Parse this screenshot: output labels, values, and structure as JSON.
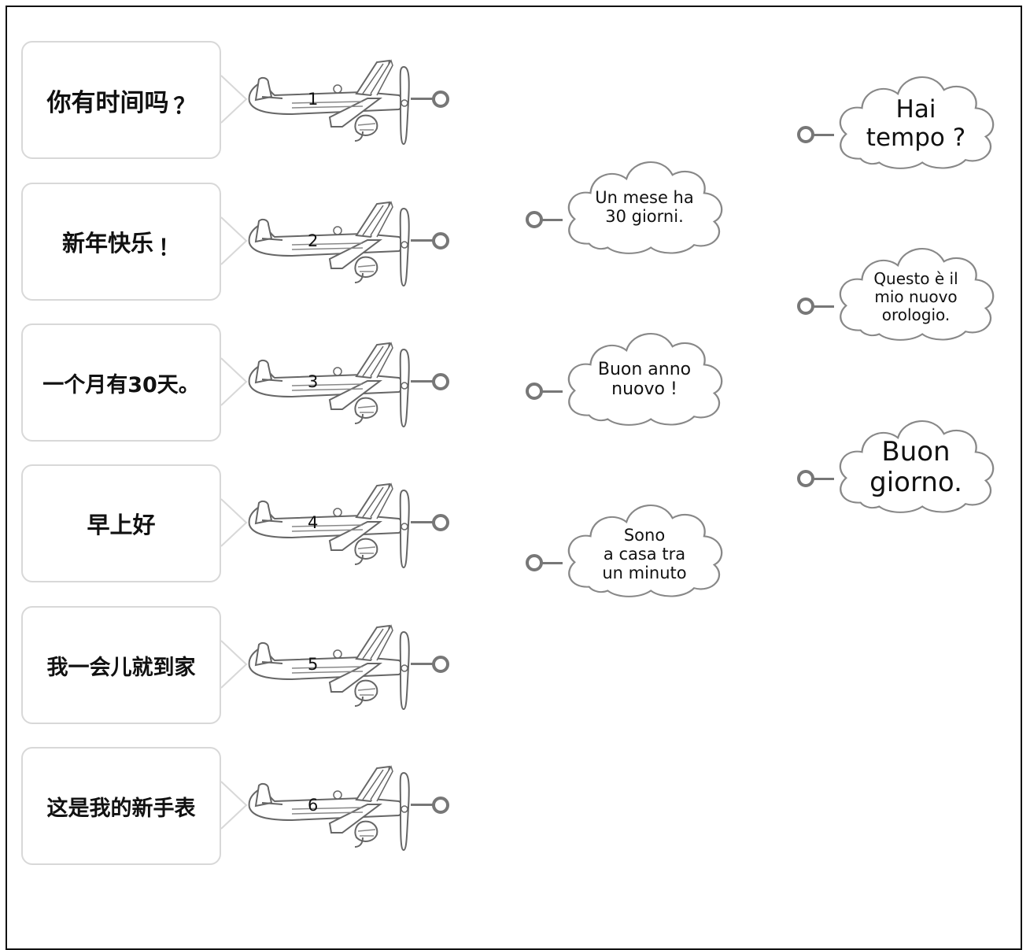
{
  "prompts": [
    {
      "text": "你有时间吗",
      "punct": "？",
      "number": "1"
    },
    {
      "text": "新年快乐",
      "punct": "！",
      "number": "2"
    },
    {
      "text": "一个月有30天。",
      "punct": "",
      "number": "3"
    },
    {
      "text": "早上好",
      "punct": "",
      "number": "4"
    },
    {
      "text": "我一会儿就到家",
      "punct": "",
      "number": "5"
    },
    {
      "text": "这是我的新手表",
      "punct": "",
      "number": "6"
    }
  ],
  "answers": [
    {
      "lines": [
        "Un mese ha",
        "30 giorni."
      ]
    },
    {
      "lines": [
        "Buon anno",
        "nuovo !"
      ]
    },
    {
      "lines": [
        "Sono",
        "a casa tra",
        "un minuto"
      ]
    },
    {
      "lines": [
        "Hai",
        "tempo ?"
      ]
    },
    {
      "lines": [
        "Questo è il",
        "mio nuovo",
        "orologio."
      ]
    },
    {
      "lines": [
        "Buon",
        "giorno."
      ]
    }
  ],
  "colors": {
    "card_border": "#d8d8d8",
    "connector": "#777777",
    "cloud_stroke": "#888888",
    "frame": "#111111"
  }
}
